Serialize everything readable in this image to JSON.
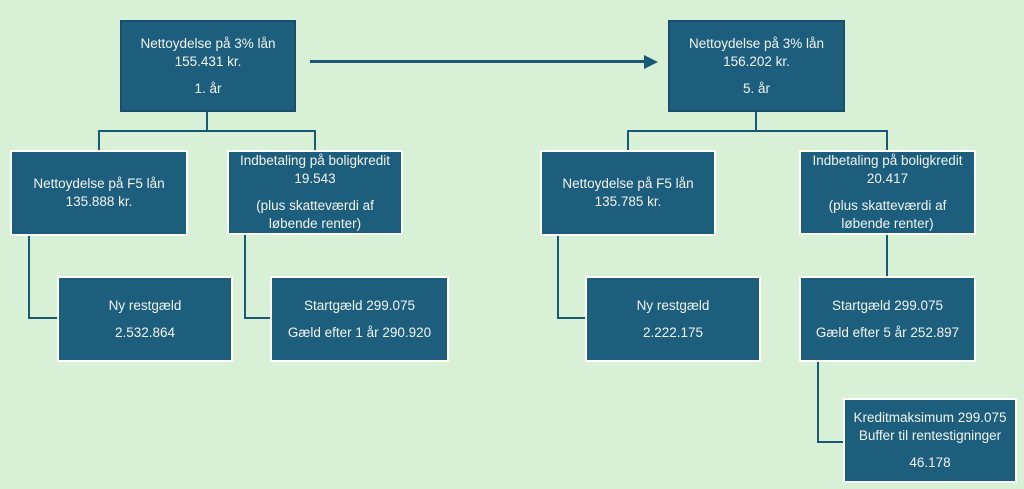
{
  "colors": {
    "background": "#d8f0d5",
    "box_fill": "#1e5e7d",
    "box_border_child": "#fbfdf6",
    "connector": "#1b5877",
    "text": "#eef4f1"
  },
  "diagram": {
    "left": {
      "root": {
        "l1": "Nettoydelse på 3% lån",
        "l2": "155.431 kr.",
        "l3": "1. år"
      },
      "f5": {
        "l1": "Nettoydelse på F5 lån",
        "l2": "135.888 kr."
      },
      "kredit": {
        "l1": "Indbetaling på boligkredit",
        "l2": "19.543",
        "l3": "(plus skatteværdi af",
        "l4": "løbende renter)"
      },
      "restgaeld": {
        "l1": "Ny restgæld",
        "l2": "2.532.864"
      },
      "gaeld": {
        "l1": "Startgæld 299.075",
        "l2": "Gæld efter 1 år 290.920"
      }
    },
    "right": {
      "root": {
        "l1": "Nettoydelse på 3% lån",
        "l2": "156.202 kr.",
        "l3": "5. år"
      },
      "f5": {
        "l1": "Nettoydelse på F5 lån",
        "l2": "135.785 kr."
      },
      "kredit": {
        "l1": "Indbetaling på boligkredit",
        "l2": "20.417",
        "l3": "(plus skatteværdi af",
        "l4": "løbende renter)"
      },
      "restgaeld": {
        "l1": "Ny restgæld",
        "l2": "2.222.175"
      },
      "gaeld": {
        "l1": "Startgæld 299.075",
        "l2": "Gæld efter 5 år 252.897"
      },
      "buffer": {
        "l1": "Kreditmaksimum 299.075",
        "l2": "Buffer til rentestigninger",
        "l3": "46.178"
      }
    }
  }
}
